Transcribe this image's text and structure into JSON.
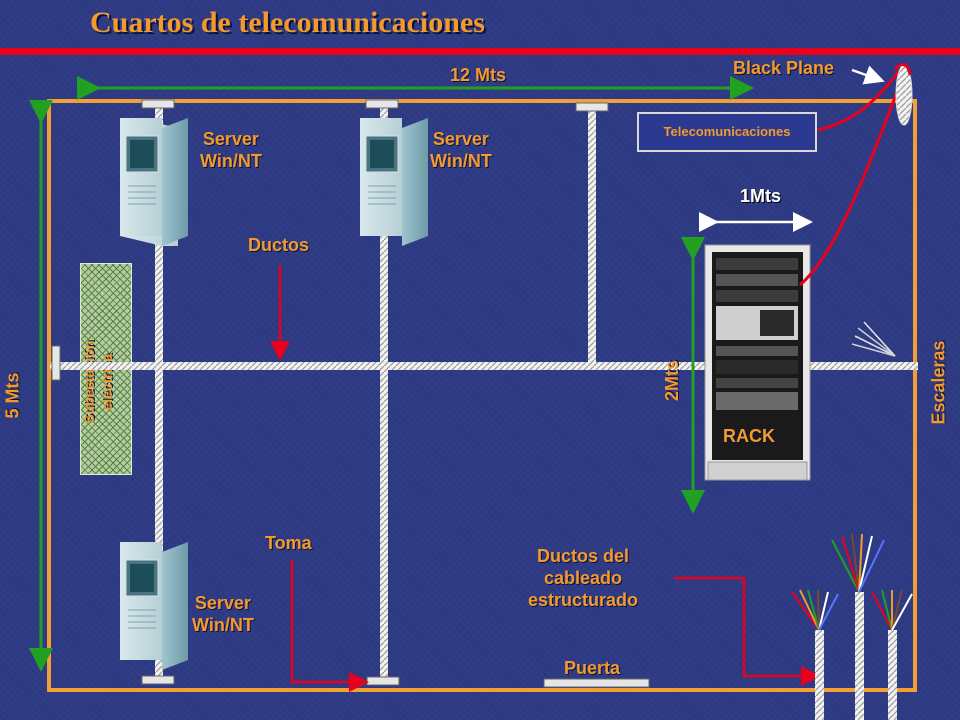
{
  "title": "Cuartos de telecomunicaciones",
  "labels": {
    "width_dim": "12 Mts",
    "height_dim": "5 Mts",
    "black_plane": "Black Plane",
    "telecom_box": "Telecomunicaciones",
    "server_1": [
      "Server",
      "Win/NT"
    ],
    "server_2": [
      "Server",
      "Win/NT"
    ],
    "server_3": [
      "Server",
      "Win/NT"
    ],
    "ductos": "Ductos",
    "toma": "Toma",
    "rack_width": "1Mts",
    "rack_height": "2Mts",
    "rack": "RACK",
    "escaleras": "Escaleras",
    "subestacion": [
      "Subestación",
      "eléctrica"
    ],
    "ductos_cableado": [
      "Ductos del",
      "cableado",
      "estructurado"
    ],
    "puerta": "Puerta"
  },
  "colors": {
    "background": "#2e3b84",
    "accent_text": "#f39a2b",
    "room_border": "#f2a033",
    "red_line": "#e8001c",
    "dimension_arrow": "#22a022"
  }
}
